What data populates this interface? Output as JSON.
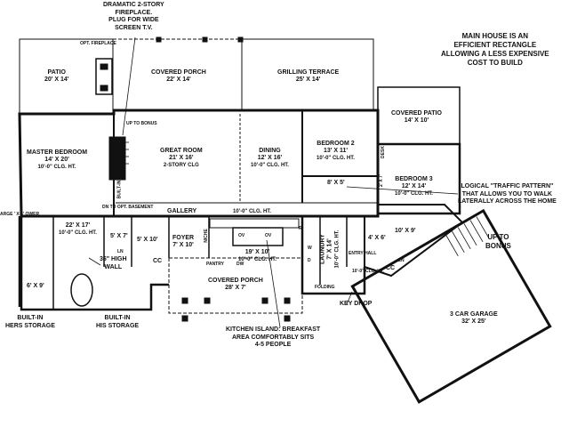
{
  "notes": {
    "fireplace": [
      "DRAMATIC 2-STORY",
      "FIREPLACE.",
      "PLUG FOR WIDE",
      "SCREEN T.V."
    ],
    "main_house": [
      "MAIN HOUSE IS AN",
      "EFFICIENT RECTANGLE",
      "ALLOWING A LESS EXPENSIVE",
      "COST TO BUILD"
    ],
    "traffic": [
      "LOGICAL \"TRAFFIC PATTERN\"",
      "THAT ALLOWS YOU TO WALK",
      "LATERALLY ACROSS THE HOME"
    ],
    "island": [
      "KITCHEN ISLAND: BREAKFAST",
      "AREA COMFORTABLY SITS",
      "4-5 PEOPLE"
    ],
    "wall": [
      "36\" HIGH",
      "WALL"
    ],
    "hers": [
      "BUILT-IN",
      "HERS STORAGE"
    ],
    "his": [
      "BUILT-IN",
      "HIS STORAGE"
    ],
    "key_drop": "KEY DROP",
    "up_to_bonus": [
      "UP TO",
      "BONUS"
    ],
    "opt_fireplace": [
      "OPT.",
      "FIREPLACE"
    ],
    "up_bonus_small": [
      "UP TO",
      "BONUS"
    ],
    "dn_basement": [
      "DN TO OPT.",
      "BASEMENT"
    ],
    "built_in": "BUILT-IN",
    "large_closet": [
      "ARGE",
      "' X 5'",
      "OWER"
    ]
  },
  "rooms": {
    "patio": {
      "name": "PATIO",
      "dim": "20' X 14'"
    },
    "covered_porch_rear": {
      "name": "COVERED PORCH",
      "dim": "22' X 14'"
    },
    "grilling_terrace": {
      "name": "GRILLING TERRACE",
      "dim": "25' X 14'"
    },
    "covered_patio": {
      "name": "COVERED PATIO",
      "dim": "14' X 10'"
    },
    "master_bedroom": {
      "name": "MASTER BEDROOM",
      "dim": "14' X 20'",
      "height": "10'-0\" CLG. HT."
    },
    "great_room": {
      "name": "GREAT ROOM",
      "dim": "21' X 16'",
      "height": "2-STORY CLG"
    },
    "dining": {
      "name": "DINING",
      "dim": "12' X 16'",
      "height": "10'-0\" CLG. HT."
    },
    "bedroom2": {
      "name": "BEDROOM 2",
      "dim": "13' X 11'",
      "height": "10'-0\" CLG. HT."
    },
    "bedroom3": {
      "name": "BEDROOM 3",
      "dim": "12' X 14'",
      "height": "10'-0\" CLG. HT."
    },
    "bath_8x5": {
      "dim": "8' X 5'"
    },
    "desk": {
      "name": "DESK"
    },
    "closet_2x7": {
      "dim": "2' X 7'"
    },
    "gallery": {
      "name": "GALLERY",
      "height": "10'-0\" CLG. HT."
    },
    "master_bath": {
      "dim": "22' X 17'",
      "height": "10'-0\" CLG. HT."
    },
    "closet_5x7": {
      "dim": "5' X 7'"
    },
    "closet_5x10": {
      "dim": "5' X 10'"
    },
    "foyer": {
      "name": "FOYER",
      "dim": "7' X 10'"
    },
    "kitchen": {
      "dim": "19' X 10'",
      "height": "10'-0\" CLG. HT."
    },
    "niche": {
      "name": "NICHE"
    },
    "pantry": {
      "name": "PANTRY"
    },
    "dw": {
      "name": "DW"
    },
    "laundry": {
      "name": "LAUNDRY",
      "dim": "7' X 14'",
      "height": "10'-0\" CLG. HT."
    },
    "folding": {
      "name": "FOLDING"
    },
    "entry_hall": {
      "name": "ENTRY",
      "name2": "HALL"
    },
    "closet_4x6": {
      "dim": "4' X 6'"
    },
    "closet_10x9": {
      "dim": "10' X 9'"
    },
    "closet_6x9": {
      "dim": "6' X 9'"
    },
    "covered_porch_front": {
      "name": "COVERED PORCH",
      "dim": "28' X 7'"
    },
    "garage": {
      "name": "3 CAR GARAGE",
      "dim": "32' X 25'"
    },
    "garage_hall": {
      "height": "10'-0\" CLG. HT."
    }
  },
  "symbols": {
    "cc1": "CC",
    "cc2": "CC",
    "ln1": "LN",
    "ln2": "LN",
    "ov1": "OV",
    "ov2": "OV",
    "r": "R",
    "w": "W",
    "d": "D"
  }
}
